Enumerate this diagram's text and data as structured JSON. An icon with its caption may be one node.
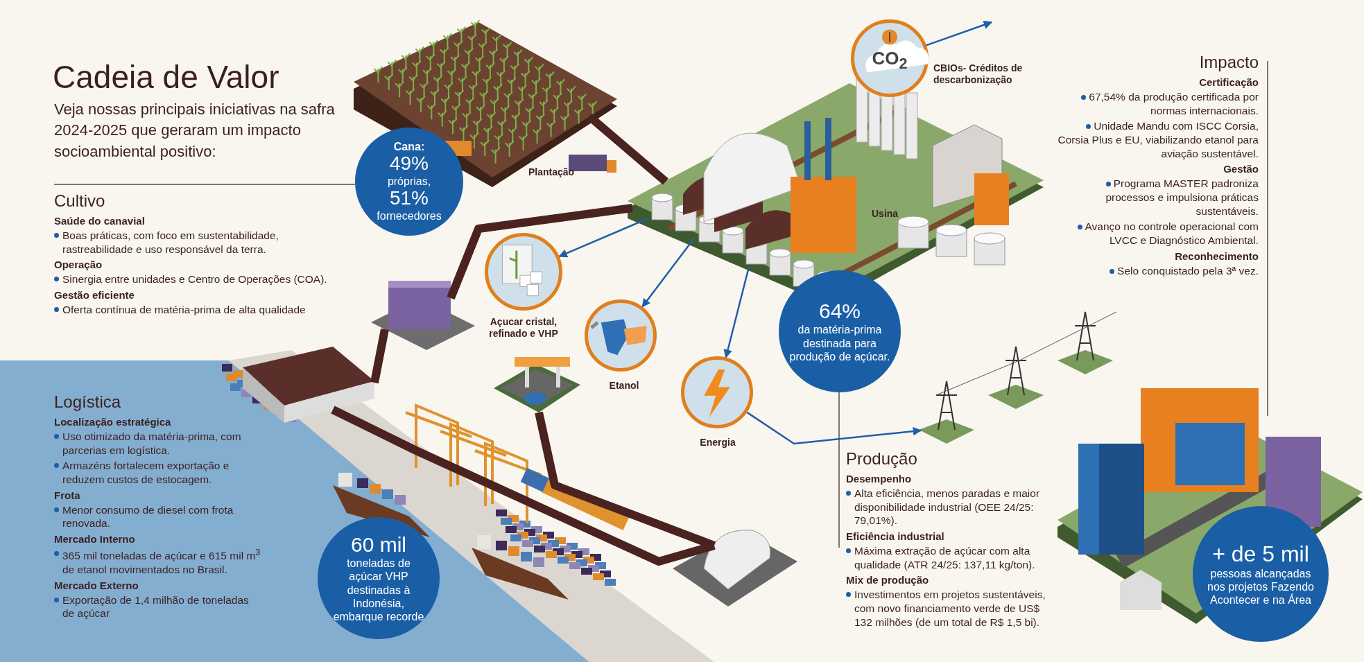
{
  "diagram": {
    "title": "Cadeia de Valor",
    "nodes": [
      {
        "text": [
          "Plantação"
        ]
      },
      {
        "text": [
          "Cana:",
          "49%",
          "próprias,",
          "51%",
          "fornecedores"
        ]
      },
      {
        "text": [
          "CO$_{2}$"
        ],
        "beside": [
          "CBIOs- Créditos de descarbonização"
        ]
      },
      {
        "text": [
          "Usina"
        ]
      },
      {
        "text": [],
        "shape": "circle",
        "beside": [
          "Açucar cristal, refinado e VHP"
        ]
      },
      {
        "text": [],
        "shape": "picture"
      },
      {
        "text": [],
        "shape": "circle",
        "beside": [
          "Etanol"
        ]
      },
      {
        "text": [
          "64%",
          "da matéria-prima destinada para produção de açúcar."
        ]
      },
      {
        "text": [],
        "shape": "picture"
      },
      {
        "text": [],
        "shape": "picture"
      },
      {
        "text": [],
        "shape": "circle",
        "beside": [
          "Energia"
        ]
      },
      {
        "text": [],
        "shape": "picture"
      },
      {
        "text": [],
        "shape": "picture"
      },
      {
        "text": [
          "60 mil",
          "toneladas de açúcar VHP destinadas à Indonésia, embarque recorde"
        ]
      },
      {
        "text": [],
        "shape": "picture"
      },
      {
        "text": [
          "+ de 5 mil",
          "pessoas alcançadas nos projetos Fazendo Acontecer e na Área"
        ]
      }
    ],
    "edges": [
      {
        "from": 0,
        "to": 3,
        "arrow": "none",
        "style": "thick"
      },
      {
        "from": 3,
        "to": 4,
        "arrow": "to",
        "color": "#1f5ea8"
      },
      {
        "from": 3,
        "to": 6,
        "arrow": "to",
        "color": "#1f5ea8"
      },
      {
        "from": 3,
        "to": 10,
        "arrow": "to",
        "color": "#1f5ea8"
      },
      {
        "from": 10,
        "to": 11,
        "arrow": "to",
        "color": "#1f5ea8"
      },
      {
        "from": 2,
        "to": null,
        "arrow": "to",
        "color": "#1f5ea8"
      },
      {
        "from": 5,
        "to": 3,
        "arrow": "none",
        "style": "thick"
      },
      {
        "from": 5,
        "to": 9,
        "arrow": "none",
        "style": "thick"
      },
      {
        "from": 9,
        "to": 12,
        "arrow": "none",
        "style": "thick"
      },
      {
        "from": 8,
        "to": 12,
        "arrow": "none",
        "style": "thick"
      }
    ],
    "labels": [
      "Veja nossas principais iniciativas na safra 2024-2025 que geraram um impacto socioambiental positivo:",
      "Cultivo",
      "Saúde do canavial",
      "Boas práticas, com foco em sustentabilidade, rastreabilidade e uso responsável da terra.",
      "Operação",
      "Sinergia entre unidades e Centro de Operações (COA).",
      "Gestão eficiente",
      "Oferta contínua de matéria-prima de alta qualidade",
      "Logística",
      "Localização estratégica",
      "Uso otimizado da matéria-prima, com parcerias em logística.",
      "Armazéns fortalecem exportação e reduzem custos de estocagem.",
      "Frota",
      "Menor consumo de diesel com frota renovada.",
      "Mercado Interno",
      "365 mil toneladas de açúcar e 615 mil m$^{3}$ de etanol movimentados no Brasil.",
      "Mercado Externo",
      "Exportação de 1,4 milhão de toneladas de açúcar",
      "Impacto",
      "Certificação",
      "67,54% da produção certificada por normas internacionais.",
      "Unidade Mandu com ISCC Corsia, Corsia Plus e EU, viabilizando etanol para aviação sustentável.",
      "Gestão",
      "Programa MASTER padroniza processos e impulsiona práticas sustentáveis.",
      "Avanço no controle operacional com LVCC e Diagnóstico Ambiental.",
      "Reconhecimento",
      "Selo conquistado pela 3ª vez.",
      "Produção",
      "Desempenho",
      "Alta eficiência, menos paradas e maior disponibilidade industrial (OEE 24/25: 79,01%).",
      "Eficiência industrial",
      "Máxima extração de açúcar com alta qualidade (ATR 24/25: 137,11 kg/ton).",
      "Mix de produção",
      "Investimentos em projetos sustentáveis, com novo financiamento verde de US$ 132 milhões (de um total de R$ 1,5 bi)."
    ]
  }
}
